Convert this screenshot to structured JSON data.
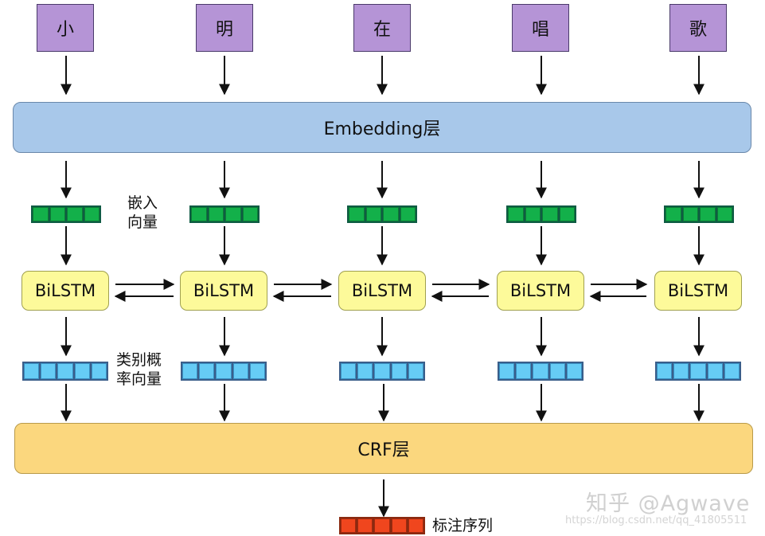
{
  "input_chars": [
    "小",
    "明",
    "在",
    "唱",
    "歌"
  ],
  "embedding_label": "Embedding层",
  "bilstm_label": "BiLSTM",
  "crf_label": "CRF层",
  "embed_vector_label": [
    "嵌入",
    "向量"
  ],
  "class_prob_label": [
    "类别概",
    "率向量"
  ],
  "output_label": "标注序列",
  "watermark": {
    "zhihu": "知乎 @Agwave",
    "url": "https://blog.csdn.net/qq_41805511"
  },
  "colors": {
    "char_box": "#b594d6",
    "embedding": "#a8c8ea",
    "crf": "#fbd77e",
    "bilstm": "#fdfa9a",
    "embed_cell": "#13b04a",
    "prob_cell": "#66ccf5",
    "output_cell": "#f0461e"
  },
  "vector_sizes": {
    "embedding": 4,
    "probability": 5,
    "output": 5
  }
}
